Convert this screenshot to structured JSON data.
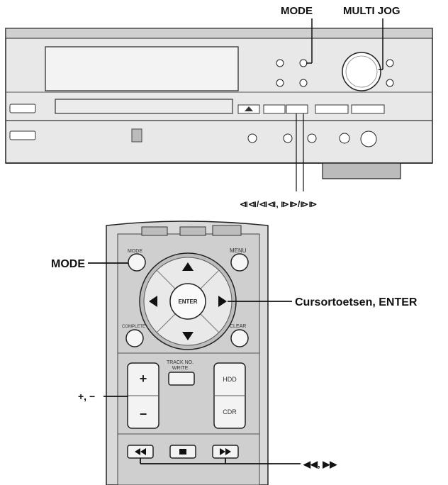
{
  "callouts": {
    "top_mode": "MODE",
    "multi_jog": "MULTI JOG",
    "skip_search": "⧏⧏/⧏⧏, ⧐⧐/⧐⧐",
    "remote_mode": "MODE",
    "cursor_enter": "Cursortoetsen, ENTER",
    "plus_minus": "+, −",
    "rew_ff": "◀◀, ▶▶"
  },
  "remote_labels": {
    "mode": "MODE",
    "menu": "MENU",
    "enter": "ENTER",
    "complete": "COMPLETE",
    "clear": "CLEAR",
    "track_no_write_1": "TRACK NO.",
    "track_no_write_2": "WRITE",
    "plus": "+",
    "minus": "−",
    "hdd": "HDD",
    "cdr": "CDR"
  }
}
